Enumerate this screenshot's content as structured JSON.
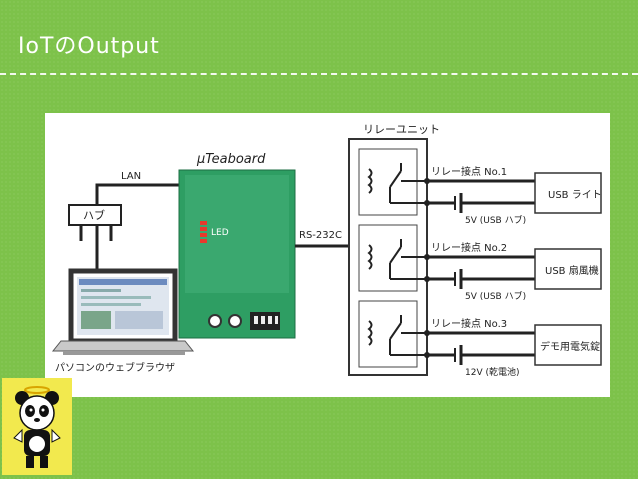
{
  "slide": {
    "title": "IoTのOutput"
  },
  "diagram": {
    "lan_label": "LAN",
    "hub_label": "ハブ",
    "pc_label": "パソコンのウェブブラウザ",
    "board_title": "µTeaboard",
    "led_label": "LED",
    "serial_label": "RS-232C",
    "relay_unit_label": "リレーユニット",
    "relays": [
      {
        "contact": "リレー接点 No.1",
        "power": "5V (USB ハブ)",
        "device": "USB ライト"
      },
      {
        "contact": "リレー接点 No.2",
        "power": "5V (USB ハブ)",
        "device": "USB 扇風機"
      },
      {
        "contact": "リレー接点 No.3",
        "power": "12V (乾電池)",
        "device": "デモ用電気錠"
      }
    ]
  },
  "colors": {
    "background": "#7dc24a",
    "board": "#2e9e63",
    "board_screen": "#5bb889",
    "led": "#e8392c",
    "line": "#222222"
  }
}
